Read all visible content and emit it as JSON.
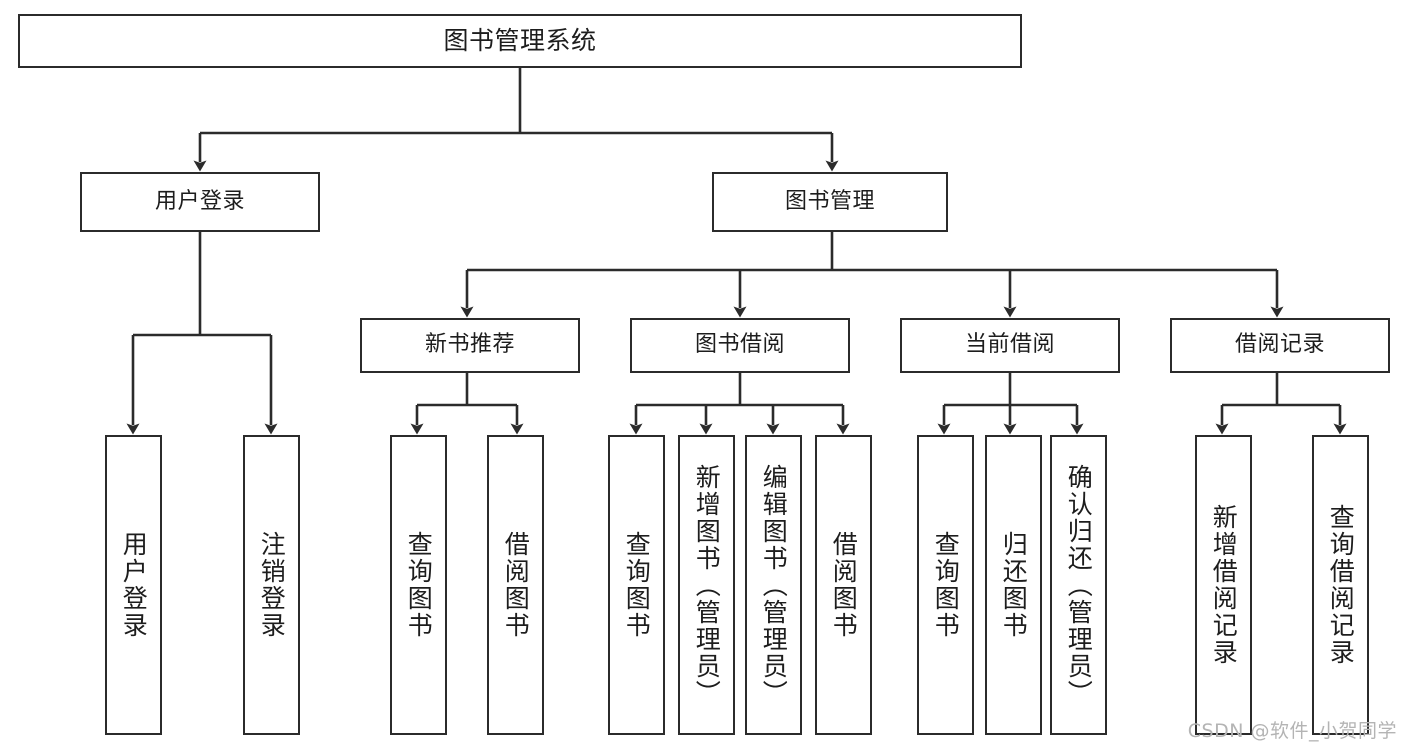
{
  "diagram": {
    "title": "图书管理系统",
    "type": "functional-structure-tree",
    "stroke_color": "#2b2b2b",
    "fill_color": "#ffffff",
    "text_color": "#1d1d1d",
    "watermark": "CSDN @软件_小贺同学"
  },
  "root": {
    "label": "图书管理系统"
  },
  "level2": [
    {
      "id": "user-login",
      "label": "用户登录"
    },
    {
      "id": "book-manage",
      "label": "图书管理"
    }
  ],
  "level3": [
    {
      "id": "new-book-recommend",
      "label": "新书推荐"
    },
    {
      "id": "book-borrow",
      "label": "图书借阅"
    },
    {
      "id": "current-borrow",
      "label": "当前借阅"
    },
    {
      "id": "borrow-record",
      "label": "借阅记录"
    }
  ],
  "leaves": {
    "user_login": [
      {
        "id": "leaf-user-login",
        "label": "用户登录"
      },
      {
        "id": "leaf-user-logout",
        "label": "注销登录"
      }
    ],
    "new_book_recommend": [
      {
        "id": "leaf-query-book-1",
        "label": "查询图书"
      },
      {
        "id": "leaf-borrow-book-1",
        "label": "借阅图书"
      }
    ],
    "book_borrow": [
      {
        "id": "leaf-query-book-2",
        "label": "查询图书"
      },
      {
        "id": "leaf-add-book",
        "label": "新增图书（管理员）"
      },
      {
        "id": "leaf-edit-book",
        "label": "编辑图书（管理员）"
      },
      {
        "id": "leaf-borrow-book-2",
        "label": "借阅图书"
      }
    ],
    "current_borrow": [
      {
        "id": "leaf-query-book-3",
        "label": "查询图书"
      },
      {
        "id": "leaf-return-book",
        "label": "归还图书"
      },
      {
        "id": "leaf-confirm-return",
        "label": "确认归还（管理员）"
      }
    ],
    "borrow_record": [
      {
        "id": "leaf-add-record",
        "label": "新增借阅记录"
      },
      {
        "id": "leaf-query-record",
        "label": "查询借阅记录"
      }
    ]
  }
}
